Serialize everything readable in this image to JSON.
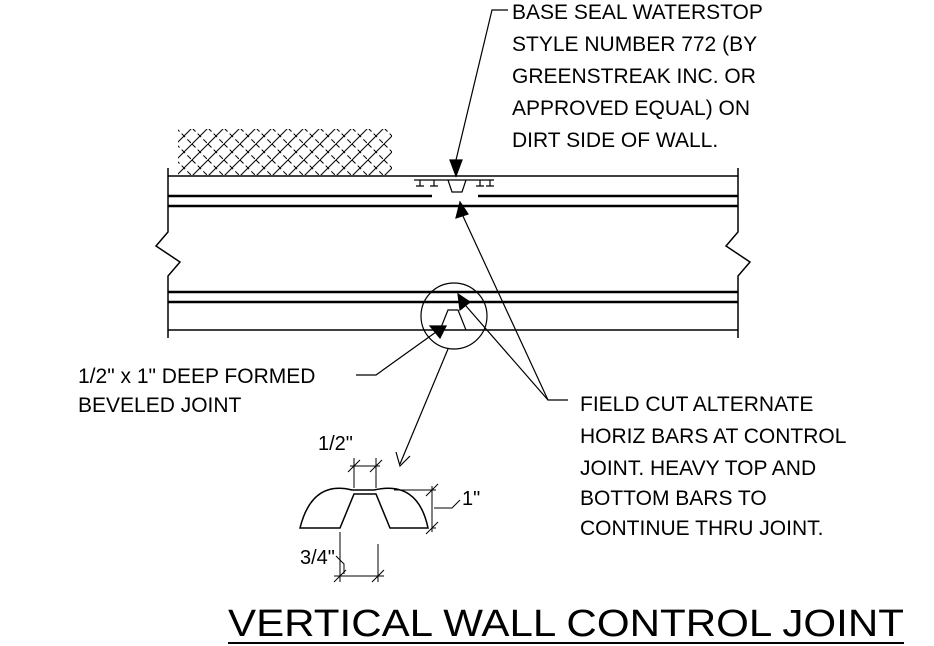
{
  "notes": {
    "waterstop": [
      "BASE SEAL WATERSTOP",
      "STYLE NUMBER 772 (BY",
      "GREENSTREAK INC. OR",
      "APPROVED EQUAL) ON",
      "DIRT SIDE OF WALL."
    ],
    "beveled_joint": [
      "1/2\" x 1\" DEEP FORMED",
      "BEVELED JOINT"
    ],
    "field_cut": [
      "FIELD CUT ALTERNATE",
      "HORIZ BARS AT CONTROL",
      "JOINT.  HEAVY TOP AND",
      "BOTTOM BARS TO",
      "CONTINUE THRU JOINT."
    ]
  },
  "dimensions": {
    "top_width": "1/2\"",
    "depth": "1\"",
    "bevel": "3/4\""
  },
  "title": "VERTICAL WALL CONTROL JOINT"
}
